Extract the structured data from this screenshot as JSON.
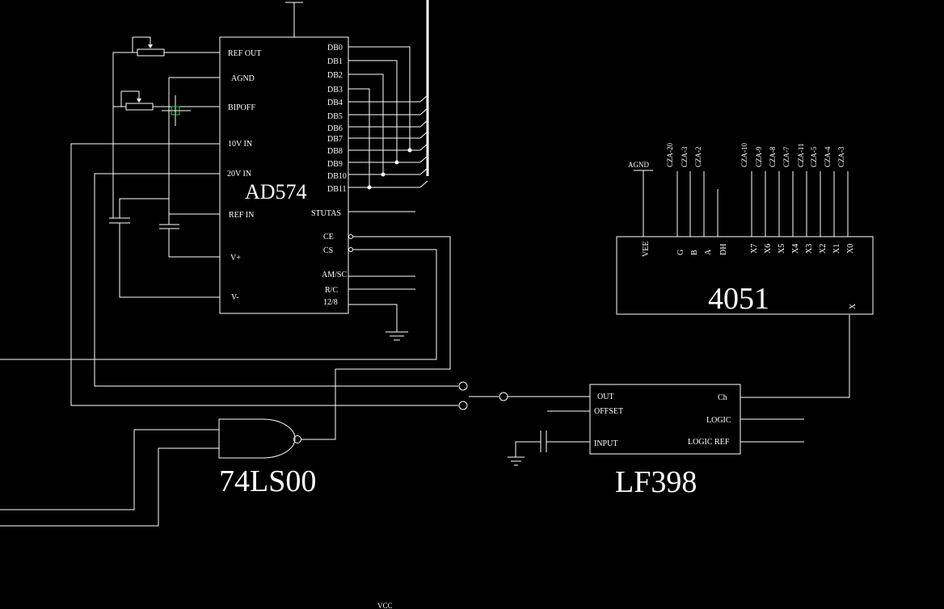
{
  "ad574": {
    "name": "AD574",
    "left_pins": [
      "REF OUT",
      "AGND",
      "BIPOFF",
      "10V IN",
      "20V IN",
      "REF IN",
      "V+",
      "V-"
    ],
    "right_data_pins": [
      "DB0",
      "DB1",
      "DB2",
      "DB3",
      "DB4",
      "DB5",
      "DB6",
      "DB7",
      "DB8",
      "DB9",
      "DB10",
      "DB11"
    ],
    "right_ctrl_pins": [
      "STUTAS",
      "CE",
      "CS",
      "AM/SC",
      "R/C",
      "12/8"
    ]
  },
  "mux4051": {
    "name": "4051",
    "top_labels": [
      "AGND",
      "CZA-20",
      "CZA-3",
      "CZA-2",
      "CZA-10",
      "CZA-9",
      "CZA-8",
      "CZA-7",
      "CZA-11",
      "CZA-5",
      "CZA-4",
      "CZA-3"
    ],
    "pins": [
      "VEE",
      "G",
      "B",
      "A",
      "DH",
      "X7",
      "X6",
      "X5",
      "X4",
      "X3",
      "X2",
      "X1",
      "X0"
    ],
    "out_pin": "X"
  },
  "lf398": {
    "name": "LF398",
    "left_pins": [
      "OUT",
      "OFFSET",
      "INPUT"
    ],
    "right_pins": [
      "Ch",
      "LOGIC",
      "LOGIC REF"
    ]
  },
  "nand": {
    "name": "74LS00"
  },
  "bottom_label": "VCC",
  "colors": {
    "background": "#000000",
    "wire": "#ffffff",
    "cursor": "#33cc66"
  }
}
